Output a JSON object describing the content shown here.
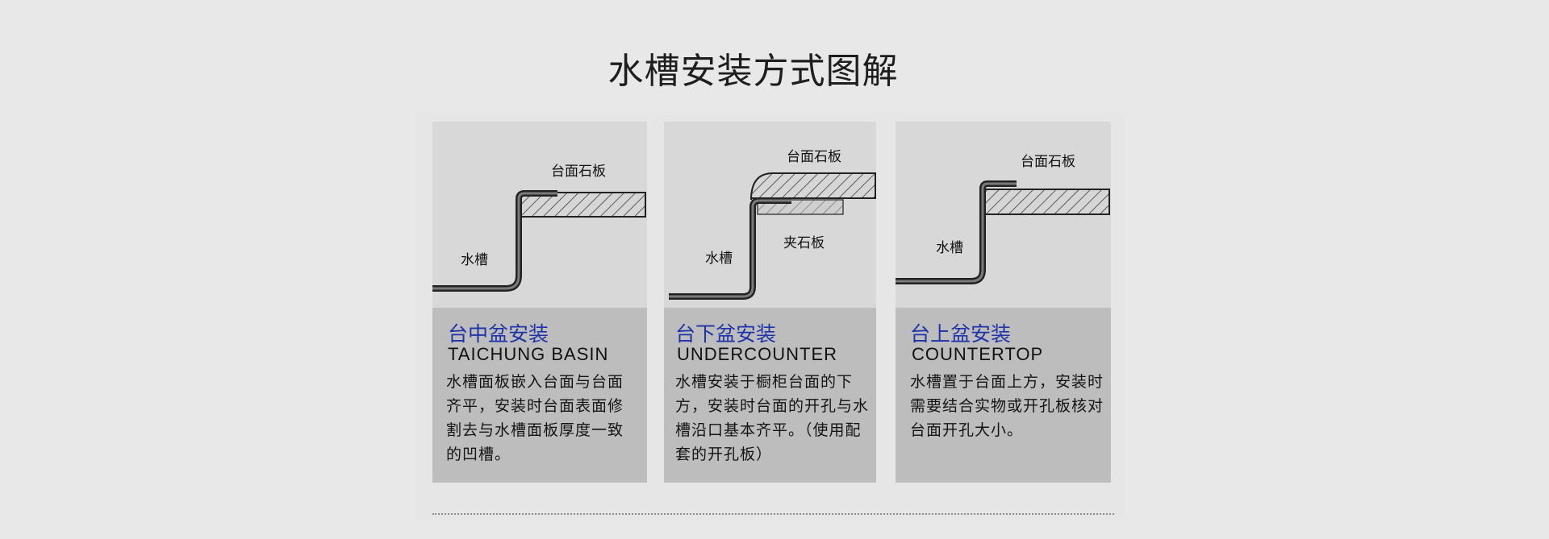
{
  "title": "水槽安装方式图解",
  "cards": [
    {
      "title": "台中盆安装",
      "subtitle": "TAICHUNG BASIN",
      "description": "水槽面板嵌入台面与台面齐平，安装时台面表面修割去与水槽面板厚度一致的凹槽。",
      "labels": {
        "countertop": "台面石板",
        "sink": "水槽"
      }
    },
    {
      "title": "台下盆安装",
      "subtitle": "UNDERCOUNTER",
      "description": "水槽安装于橱柜台面的下方，安装时台面的开孔与水槽沿口基本齐平。（使用配套的开孔板）",
      "labels": {
        "countertop": "台面石板",
        "clamp": "夹石板",
        "sink": "水槽"
      }
    },
    {
      "title": "台上盆安装",
      "subtitle": "COUNTERTOP",
      "description": "水槽置于台面上方，安装时需要结合实物或开孔板核对台面开孔大小。",
      "labels": {
        "countertop": "台面石板",
        "sink": "水槽"
      }
    }
  ],
  "colors": {
    "title_blue": "#1f33a8",
    "diagram_bg": "#d8d8d8",
    "text_bg": "#bdbdbd",
    "page_bg": "#e8e8e8"
  }
}
